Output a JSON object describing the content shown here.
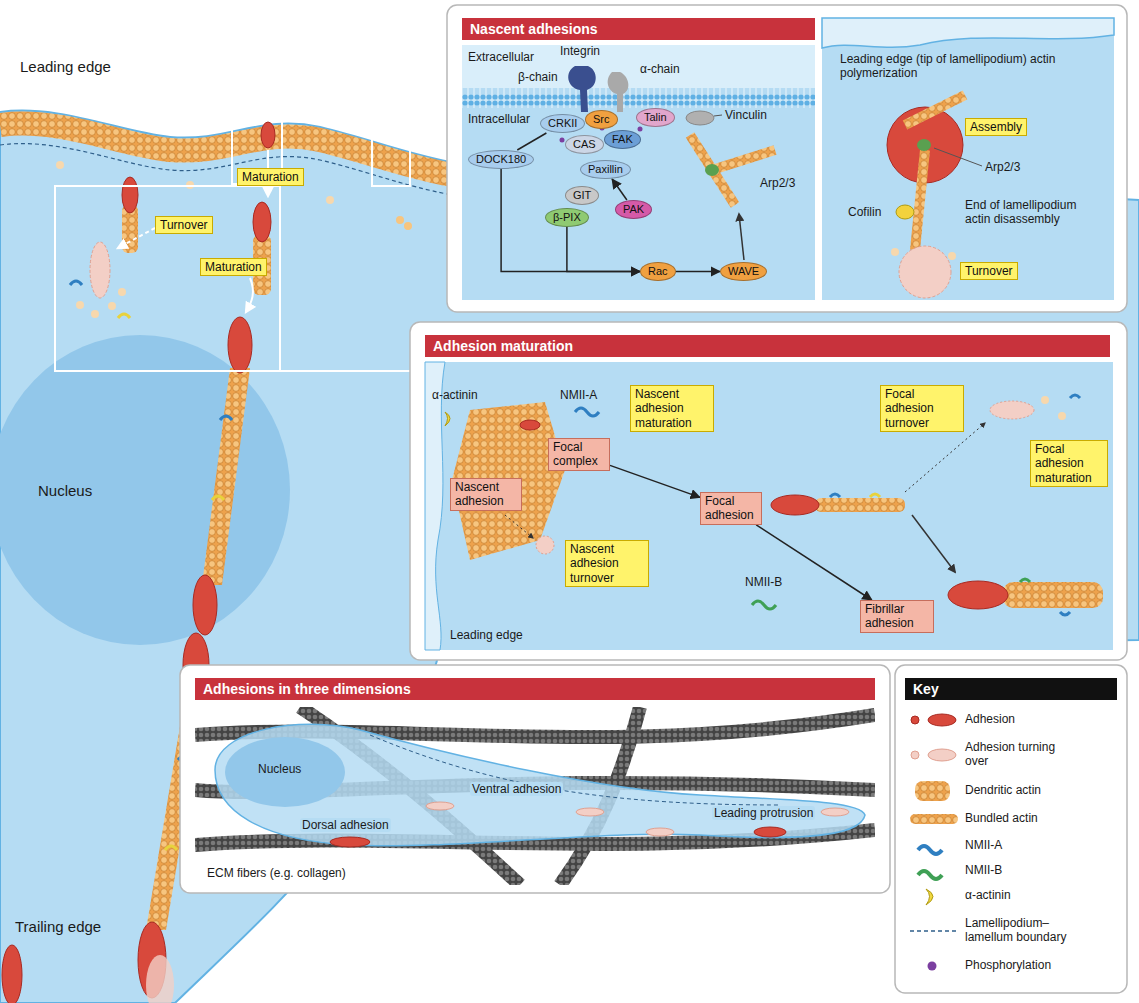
{
  "diagram": {
    "nodes": [
      {
        "text": [
          "Maturation"
        ]
      },
      {
        "text": [
          "Turnover"
        ]
      },
      {
        "text": [
          "Maturation"
        ]
      },
      {
        "text": [
          "Nascent adhesions"
        ]
      },
      {
        "text": [
          "Src"
        ],
        "in": 3
      },
      {
        "text": [
          "CRKII"
        ],
        "in": 3
      },
      {
        "text": [
          "CAS"
        ],
        "in": 3
      },
      {
        "text": [
          "FAK"
        ],
        "in": 3
      },
      {
        "text": [
          "Talin"
        ],
        "in": 3
      },
      {
        "text": [
          "DOCK180"
        ],
        "in": 3
      },
      {
        "text": [
          "Paxillin"
        ],
        "in": 3
      },
      {
        "text": [
          "GIT"
        ],
        "in": 3
      },
      {
        "text": [
          "β-PIX"
        ],
        "in": 3
      },
      {
        "text": [
          "PAK"
        ],
        "in": 3
      },
      {
        "text": [
          "Rac"
        ],
        "in": 3
      },
      {
        "text": [
          "WAVE"
        ],
        "in": 3
      },
      {
        "text": [
          "Assembly"
        ],
        "in": 3
      },
      {
        "text": [
          "Turnover"
        ],
        "in": 3
      },
      {
        "text": [
          "Adhesion maturation"
        ]
      },
      {
        "text": [
          "Focal complex"
        ],
        "in": 18
      },
      {
        "text": [
          "Nascent adhesion maturation"
        ],
        "in": 18
      },
      {
        "text": [
          "Focal adhesion turnover"
        ],
        "in": 18
      },
      {
        "text": [
          "Nascent adhesion"
        ],
        "in": 18
      },
      {
        "text": [
          "Focal adhesion maturation"
        ],
        "in": 18
      },
      {
        "text": [
          "Focal adhesion"
        ],
        "in": 18
      },
      {
        "text": [
          "Nascent adhesion turnover"
        ],
        "in": 18
      },
      {
        "text": [
          "Fibrillar adhesion"
        ],
        "in": 18
      },
      {
        "text": [
          "Adhesions in three dimensions"
        ]
      }
    ],
    "edges": [
      {
        "from": 9,
        "to": 5,
        "arrow": "none"
      },
      {
        "from": 9,
        "to": 14,
        "arrow": "to"
      },
      {
        "from": 12,
        "to": 14,
        "arrow": "to"
      },
      {
        "from": 14,
        "to": 15,
        "arrow": "to"
      },
      {
        "from": 13,
        "to": 10,
        "arrow": "to"
      },
      {
        "from": 19,
        "to": 24,
        "arrow": "to"
      },
      {
        "from": 24,
        "to": 26,
        "arrow": "to"
      }
    ],
    "labels": [
      "Leading edge",
      "Nucleus",
      "Trailing edge",
      "Integrin",
      "β-chain",
      "α-chain",
      "Extracellular",
      "Intracellular",
      "Vinculin",
      "Arp2/3",
      "Leading edge (tip of lamellipodium) actin polymerization",
      "Arp2/3",
      "Cofilin",
      "End of lamellipodium actin disassembly",
      "α-actinin",
      "NMII-A",
      "NMII-B",
      "Leading edge",
      "Nucleus",
      "Ventral adhesion",
      "Dorsal adhesion",
      "Leading protrusion",
      "ECM fibers (e.g. collagen)",
      "Key"
    ],
    "legend": [
      {
        "text": "Adhesion"
      },
      {
        "text": "Adhesion turning over"
      },
      {
        "text": "Dendritic actin"
      },
      {
        "text": "Bundled actin"
      },
      {
        "text": "NMII-A"
      },
      {
        "text": "NMII-B"
      },
      {
        "text": "α-actinin"
      },
      {
        "text": "Lamellipodium–lamellum boundary"
      },
      {
        "text": "Phosphorylation"
      }
    ]
  }
}
